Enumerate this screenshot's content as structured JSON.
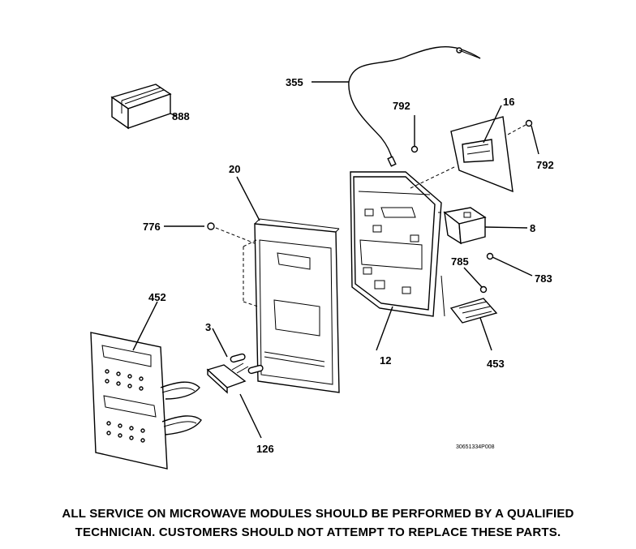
{
  "labels": {
    "p355": "355",
    "p792a": "792",
    "p16": "16",
    "p792b": "792",
    "p888": "888",
    "p20": "20",
    "p776": "776",
    "p8": "8",
    "p785": "785",
    "p783": "783",
    "p452": "452",
    "p3": "3",
    "p12": "12",
    "p453": "453",
    "p126": "126"
  },
  "drawing_code": "30651334P008",
  "notice": {
    "line1": "ALL SERVICE ON MICROWAVE MODULES SHOULD BE PERFORMED BY A QUALIFIED",
    "line2": "TECHNICIAN.  CUSTOMERS SHOULD NOT ATTEMPT TO REPLACE THESE  PARTS."
  }
}
